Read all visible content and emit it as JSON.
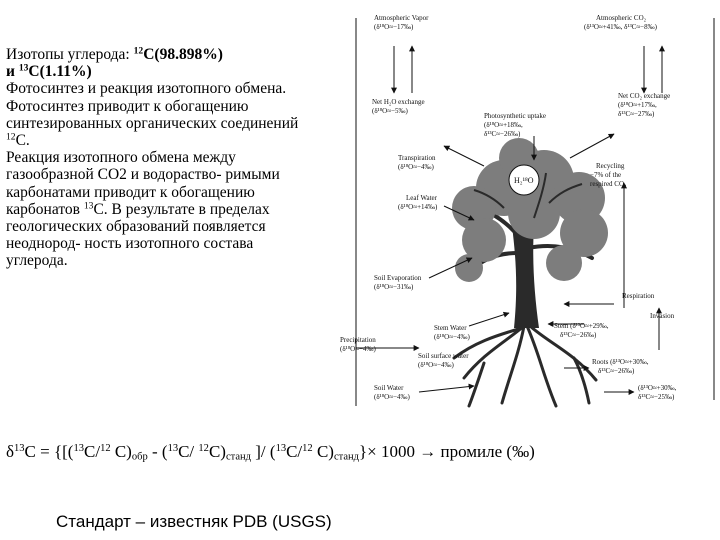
{
  "text": {
    "isotopes_prefix": "Изотопы углерода: ",
    "c12_mass": "12",
    "c12_value": "C(98.898%)",
    "and_word": "и ",
    "c13_mass": "13",
    "c13_value": "C(1.11%)",
    "photo_part1": "Фотосинтез и реакция изотопного обмена. Фотосинтез приводит к обогащению синтезированных органических соединений ",
    "photo_mass": "12",
    "photo_part2": "С.",
    "exchange_part1": "Реакция изотопного обмена между газообразной СО2 и водораство- римыми карбонатами приводит к обогащению карбонатов ",
    "exchange_mass": "13",
    "exchange_part2": "С. В результате в пределах геологических образований появляется неоднород- ность изотопного состава углерода."
  },
  "formula": {
    "delta": "δ",
    "m13a": "13",
    "p1": "C = {[(",
    "m13b": "13",
    "p2": "C/",
    "m12a": "12",
    "p3": " C)",
    "sub_obr": "обр",
    "p4": " - (",
    "m13c": "13",
    "p5": "C/ ",
    "m12b": "12",
    "p6": "C)",
    "sub_stand1": "станд",
    "p7": " ]/ (",
    "m13d": "13",
    "p8": "C/",
    "m12c": "12",
    "p9": " C)",
    "sub_stand2": "станд",
    "p10": "}× 1000 → промиле (‰)"
  },
  "standard": "Стандарт – известняк PDB (USGS)",
  "diagram": {
    "atm_vapor_1": "Atmospheric Vapor",
    "atm_vapor_2": "(δ¹⁸O≈−17‰)",
    "atm_co2_1": "Atmospheric CO₂",
    "atm_co2_2": "(δ¹³O≈+41‰, δ¹³C≈−8‰)",
    "net_h2o_1": "Net H₂O exchange",
    "net_h2o_2": "(δ¹⁸O≈−5‰)",
    "net_co2_1": "Net CO₂ exchange",
    "net_co2_2": "(δ¹⁸O≈+17‰,",
    "net_co2_3": "δ¹³C≈−27‰)",
    "photo_1": "Photosynthetic uptake",
    "photo_2": "(δ¹⁸O≈+18‰,",
    "photo_3": "δ¹³C≈−26‰)",
    "transp_1": "Transpiration",
    "transp_2": "(δ¹⁸O≈−4‰)",
    "h2o_label": "H₂¹⁸O",
    "recycling_1": "Recycling",
    "recycling_2": "−7% of the",
    "recycling_3": "respired CO₂",
    "leaf_water_1": "Leaf Water",
    "leaf_water_2": "(δ¹⁸O≈+14‰)",
    "soil_evap_1": "Soil Evaporation",
    "soil_evap_2": "(δ¹⁸O≈−31‰)",
    "respiration": "Respiration",
    "precip_1": "Precipitation",
    "precip_2": "(δ¹⁸O≈−4‰)",
    "stem_water_1": "Stem Water",
    "stem_water_2": "(δ¹⁸O≈−4‰)",
    "stem_1": "Stem (δ¹³O≈+29‰,",
    "stem_2": "δ¹³C≈−26‰)",
    "invasion": "Invasion",
    "soil_surface_1": "Soil surface water",
    "soil_surface_2": "(δ¹⁸O≈−4‰)",
    "roots_1": "Roots (δ¹³O≈+30‰,",
    "roots_2": "δ¹³C≈−26‰)",
    "soil_water_1": "Soil Water",
    "soil_water_2": "(δ¹⁸O≈−4‰)",
    "soil_co2_1": "(δ¹³O≈+30‰,",
    "soil_co2_2": "δ¹³C≈−25‰)"
  }
}
